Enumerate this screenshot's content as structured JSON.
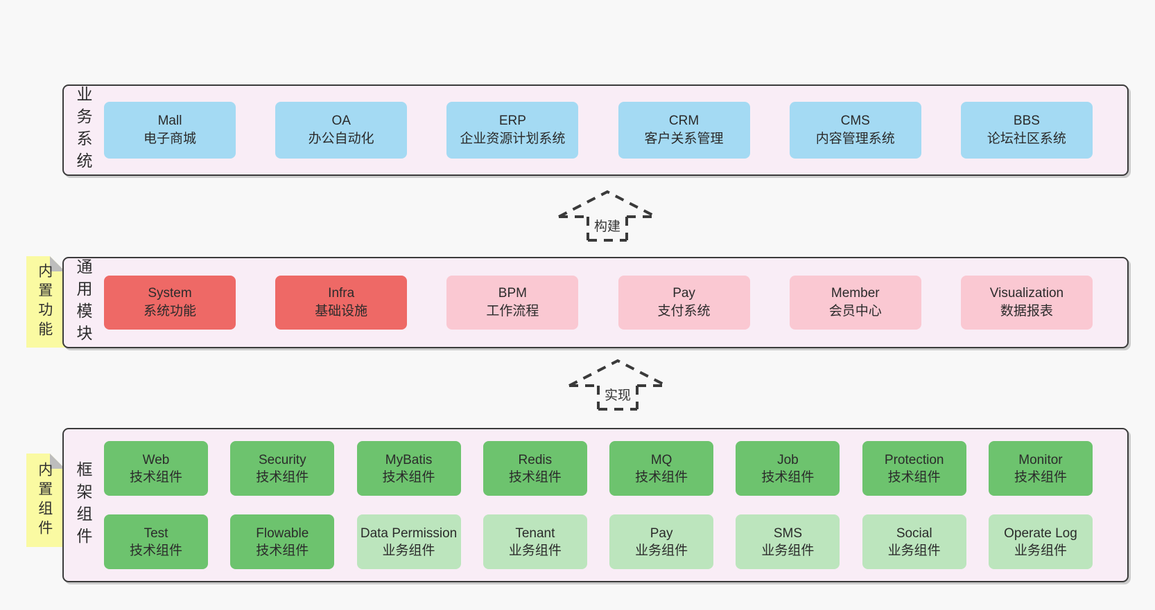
{
  "colors": {
    "page_bg": "#f8f8f8",
    "band_bg": "#f9edf6",
    "band_border": "#3b3b3b",
    "blue_box": "#a4daf3",
    "red_box": "#ee6966",
    "pink_box": "#fac8d2",
    "green_box": "#6dc36e",
    "light_green_box": "#bce5bd",
    "sticky_yellow": "#fafaa2",
    "fold_gray": "#bdbdbd",
    "text": "#2b2b2b"
  },
  "arrows": [
    {
      "label": "构建"
    },
    {
      "label": "实现"
    }
  ],
  "bands": [
    {
      "label": "业务系统",
      "rows": [
        [
          {
            "en": "Mall",
            "zh": "电子商城",
            "variant": "blue"
          },
          {
            "en": "OA",
            "zh": "办公自动化",
            "variant": "blue"
          },
          {
            "en": "ERP",
            "zh": "企业资源计划系统",
            "variant": "blue"
          },
          {
            "en": "CRM",
            "zh": "客户关系管理",
            "variant": "blue"
          },
          {
            "en": "CMS",
            "zh": "内容管理系统",
            "variant": "blue"
          },
          {
            "en": "BBS",
            "zh": "论坛社区系统",
            "variant": "blue"
          }
        ]
      ]
    },
    {
      "label": "通用模块",
      "sticky": "内置功能",
      "rows": [
        [
          {
            "en": "System",
            "zh": "系统功能",
            "variant": "red"
          },
          {
            "en": "Infra",
            "zh": "基础设施",
            "variant": "red"
          },
          {
            "en": "BPM",
            "zh": "工作流程",
            "variant": "pink"
          },
          {
            "en": "Pay",
            "zh": "支付系统",
            "variant": "pink"
          },
          {
            "en": "Member",
            "zh": "会员中心",
            "variant": "pink"
          },
          {
            "en": "Visualization",
            "zh": "数据报表",
            "variant": "pink"
          }
        ]
      ]
    },
    {
      "label": "框架组件",
      "sticky": "内置组件",
      "rows": [
        [
          {
            "en": "Web",
            "zh": "技术组件",
            "variant": "green"
          },
          {
            "en": "Security",
            "zh": "技术组件",
            "variant": "green"
          },
          {
            "en": "MyBatis",
            "zh": "技术组件",
            "variant": "green"
          },
          {
            "en": "Redis",
            "zh": "技术组件",
            "variant": "green"
          },
          {
            "en": "MQ",
            "zh": "技术组件",
            "variant": "green"
          },
          {
            "en": "Job",
            "zh": "技术组件",
            "variant": "green"
          },
          {
            "en": "Protection",
            "zh": "技术组件",
            "variant": "green"
          },
          {
            "en": "Monitor",
            "zh": "技术组件",
            "variant": "green"
          }
        ],
        [
          {
            "en": "Test",
            "zh": "技术组件",
            "variant": "green"
          },
          {
            "en": "Flowable",
            "zh": "技术组件",
            "variant": "green"
          },
          {
            "en": "Data Permission",
            "zh": "业务组件",
            "variant": "green-light"
          },
          {
            "en": "Tenant",
            "zh": "业务组件",
            "variant": "green-light"
          },
          {
            "en": "Pay",
            "zh": "业务组件",
            "variant": "green-light"
          },
          {
            "en": "SMS",
            "zh": "业务组件",
            "variant": "green-light"
          },
          {
            "en": "Social",
            "zh": "业务组件",
            "variant": "green-light"
          },
          {
            "en": "Operate Log",
            "zh": "业务组件",
            "variant": "green-light"
          }
        ]
      ]
    }
  ]
}
